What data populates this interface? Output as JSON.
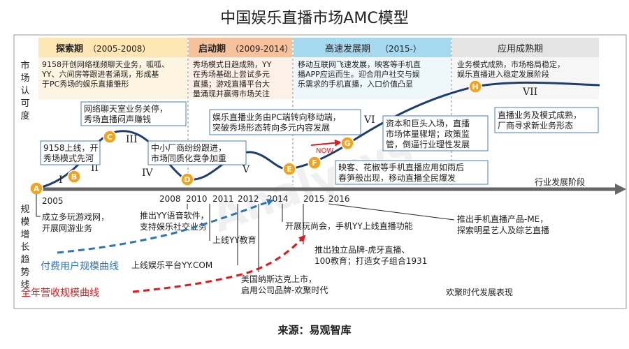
{
  "title": "中国娱乐直播市场AMC模型",
  "source": "来源：易观智库",
  "watermark": "Analysys",
  "colors": {
    "orange": "#f5a21b",
    "blue_line": "#2e75b6",
    "red_line": "#e8151b",
    "phase1": "#fce6b4",
    "phase2": "#f6c29b",
    "phase3": "#a6d9ee",
    "phase4": "#e4e4e4"
  },
  "phases": [
    {
      "name": "探索期",
      "period": "（2005-2008）",
      "desc": [
        "9158开创网络视频聊天业务，呱呱、",
        "YY、六间房等跟进者涌现，形成基",
        "于PC秀场的娱乐直播雏形"
      ]
    },
    {
      "name": "启动期",
      "period": "（2009-2014）",
      "desc": [
        "秀场模式日趋成熟，YY",
        "在秀场基础上尝试多元",
        "直播；游戏直播平台大",
        "量涌现并赢得市场关注"
      ]
    },
    {
      "name": "高速发展期",
      "period": "（2015-）",
      "desc": [
        "移动互联网飞速发展，映客等手机直",
        "播APP应运而生。迎合用户社交与娱",
        "乐需求的手机直播，入口价值凸显"
      ]
    },
    {
      "name": "应用成熟期",
      "period": "",
      "desc": [
        "业务模式成熟，市场格局稳定，",
        "娱乐直播进入稳定发展阶段"
      ]
    }
  ],
  "left_labels": {
    "top": [
      "市",
      "场",
      "认",
      "可",
      "度"
    ],
    "bottom": [
      "规",
      "模",
      "增",
      "长",
      "趋",
      "势",
      "线"
    ]
  },
  "points": [
    "A",
    "B",
    "C",
    "D",
    "E",
    "F",
    "G",
    "H"
  ],
  "roman": [
    "I",
    "II",
    "III",
    "IV",
    "V",
    "VI",
    "VII"
  ],
  "years": [
    "2005",
    "2008",
    "2010",
    "2011",
    "2012",
    "2014",
    "2015",
    "2016"
  ],
  "axis_label": "行业发展阶段",
  "now_label": "NOW",
  "curve_notes": [
    [
      "9158上线，开",
      "秀场模式先河"
    ],
    [
      "网络聊天室业务关停，",
      "秀场直播闷声赚钱"
    ],
    [
      "中小厂商纷纷跟进，",
      "市场同质化竞争加重"
    ],
    [
      "娱乐直播业务由PC端转向移动端，",
      "突破秀场形态转向多元内容发展"
    ],
    [
      "资本和巨头入场，直播",
      "市场体量骤增；政策监",
      "管，倒逼行业理性发展"
    ],
    [
      "映客、花椒等手机直播应用如雨后",
      "春笋般出现，移动直播全民爆发"
    ],
    [
      "直播业务及模式成熟，",
      "厂商寻求新业务形态"
    ]
  ],
  "events": [
    [
      "成立多玩游戏网，",
      "开展网游业务"
    ],
    [
      "推出YY语音软件，",
      "支持娱乐社交业务"
    ],
    [
      "上线YY教育"
    ],
    [
      "上线娱乐平台YY.COM"
    ],
    [
      "美国纳斯达克上市，",
      "启用公司品牌-欢聚时代"
    ],
    [
      "开展玩尚会，手机YY上线直播功能"
    ],
    [
      "推出独立品牌-虎牙直播、",
      "100教育；打造女子组合1931"
    ],
    [
      "推出手机直播产品-ME，",
      "探索明星艺人及综艺直播"
    ]
  ],
  "legend": {
    "paying_users": "付费用户规模曲线",
    "revenue": "全年营收规模曲线",
    "joy_label": "欢聚时代发展表现"
  }
}
